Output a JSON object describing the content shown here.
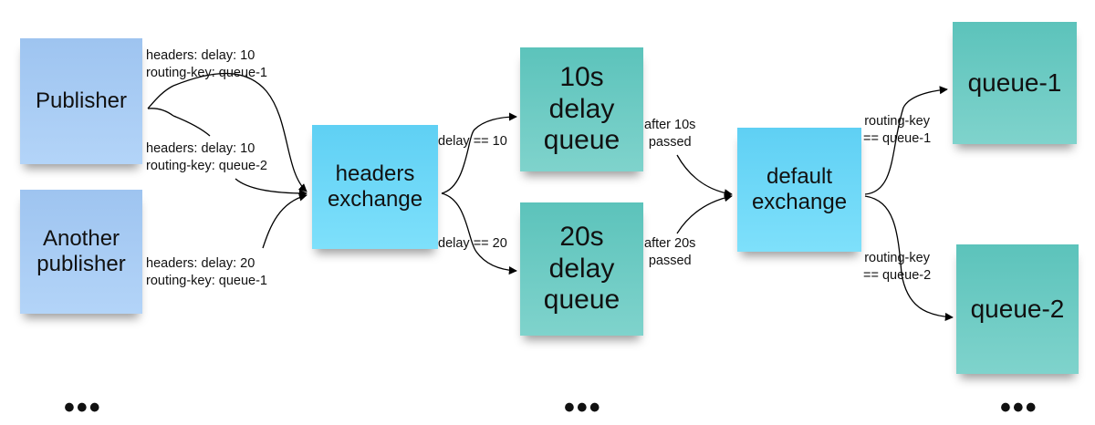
{
  "nodes": {
    "publisher": "Publisher",
    "another_publisher": "Another publisher",
    "headers_exchange": "headers exchange",
    "delay_queue_10s": "10s delay queue",
    "delay_queue_20s": "20s delay queue",
    "default_exchange": "default exchange",
    "queue_1": "queue-1",
    "queue_2": "queue-2"
  },
  "edge_labels": {
    "msg1_headers": "headers: delay: 10",
    "msg1_routing": "routing-key: queue-1",
    "msg2_headers": "headers: delay: 10",
    "msg2_routing": "routing-key: queue-2",
    "msg3_headers": "headers: delay: 20",
    "msg3_routing": "routing-key: queue-1",
    "delay_10": "delay == 10",
    "delay_20": "delay == 20",
    "after_10s_line1": "after 10s",
    "after_10s_line2": "passed",
    "after_20s_line1": "after 20s",
    "after_20s_line2": "passed",
    "route_q1_line1": "routing-key",
    "route_q1_line2": "== queue-1",
    "route_q2_line1": "routing-key",
    "route_q2_line2": "== queue-2"
  },
  "ellipsis": "•••",
  "colors": {
    "publisher_note": "#a9cdf5",
    "exchange_note": "#6fd9f8",
    "queue_note": "#6ccbc3",
    "line": "#000000"
  }
}
